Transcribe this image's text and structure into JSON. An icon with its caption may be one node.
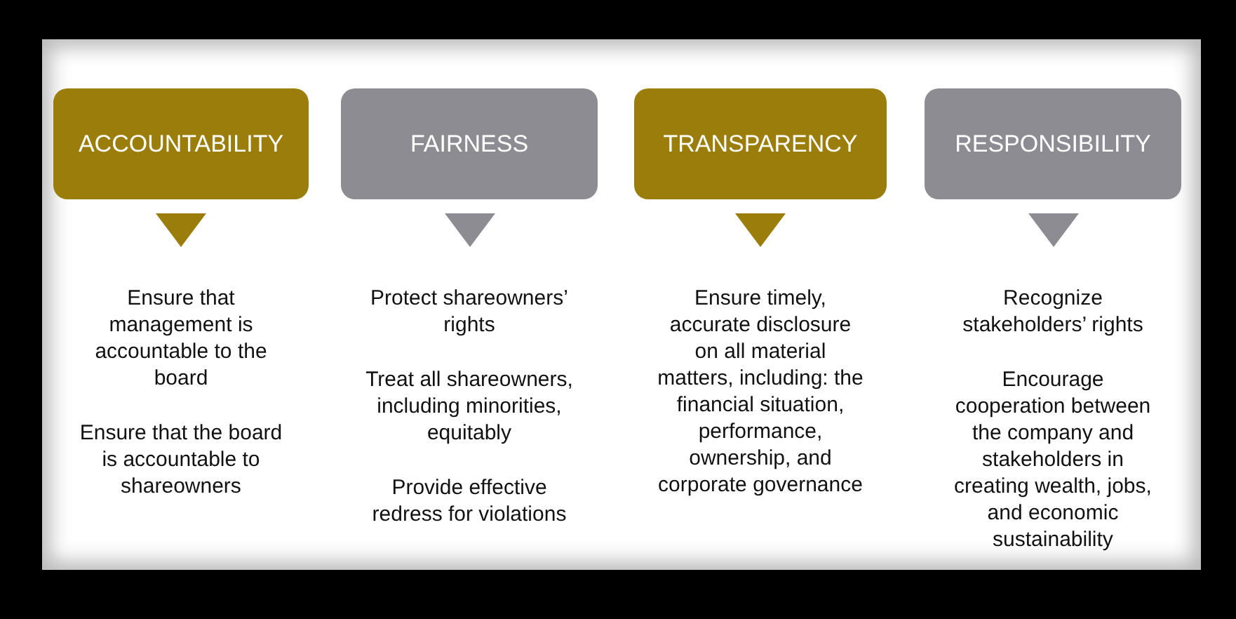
{
  "diagram": {
    "nodes": [
      {
        "text": [
          "ACCOUNTABILITY"
        ]
      },
      {
        "text": [
          "FAIRNESS"
        ]
      },
      {
        "text": [
          "TRANSPARENCY"
        ]
      },
      {
        "text": [
          "RESPONSIBILITY"
        ]
      }
    ],
    "labels": [
      "Ensure that management is accountable to the board",
      "Ensure that the board is accountable to shareowners",
      "Protect shareowners’ rights",
      "Treat all shareowners, including minorities, equitably",
      "Provide effective redress for violations",
      "Ensure timely, accurate disclosure on all material matters, including: the financial situation, performance, ownership, and corporate governance",
      "Recognize stakeholders’ rights",
      "Encourage cooperation between the company and stakeholders in creating wealth, jobs, and economic sustainability"
    ]
  }
}
